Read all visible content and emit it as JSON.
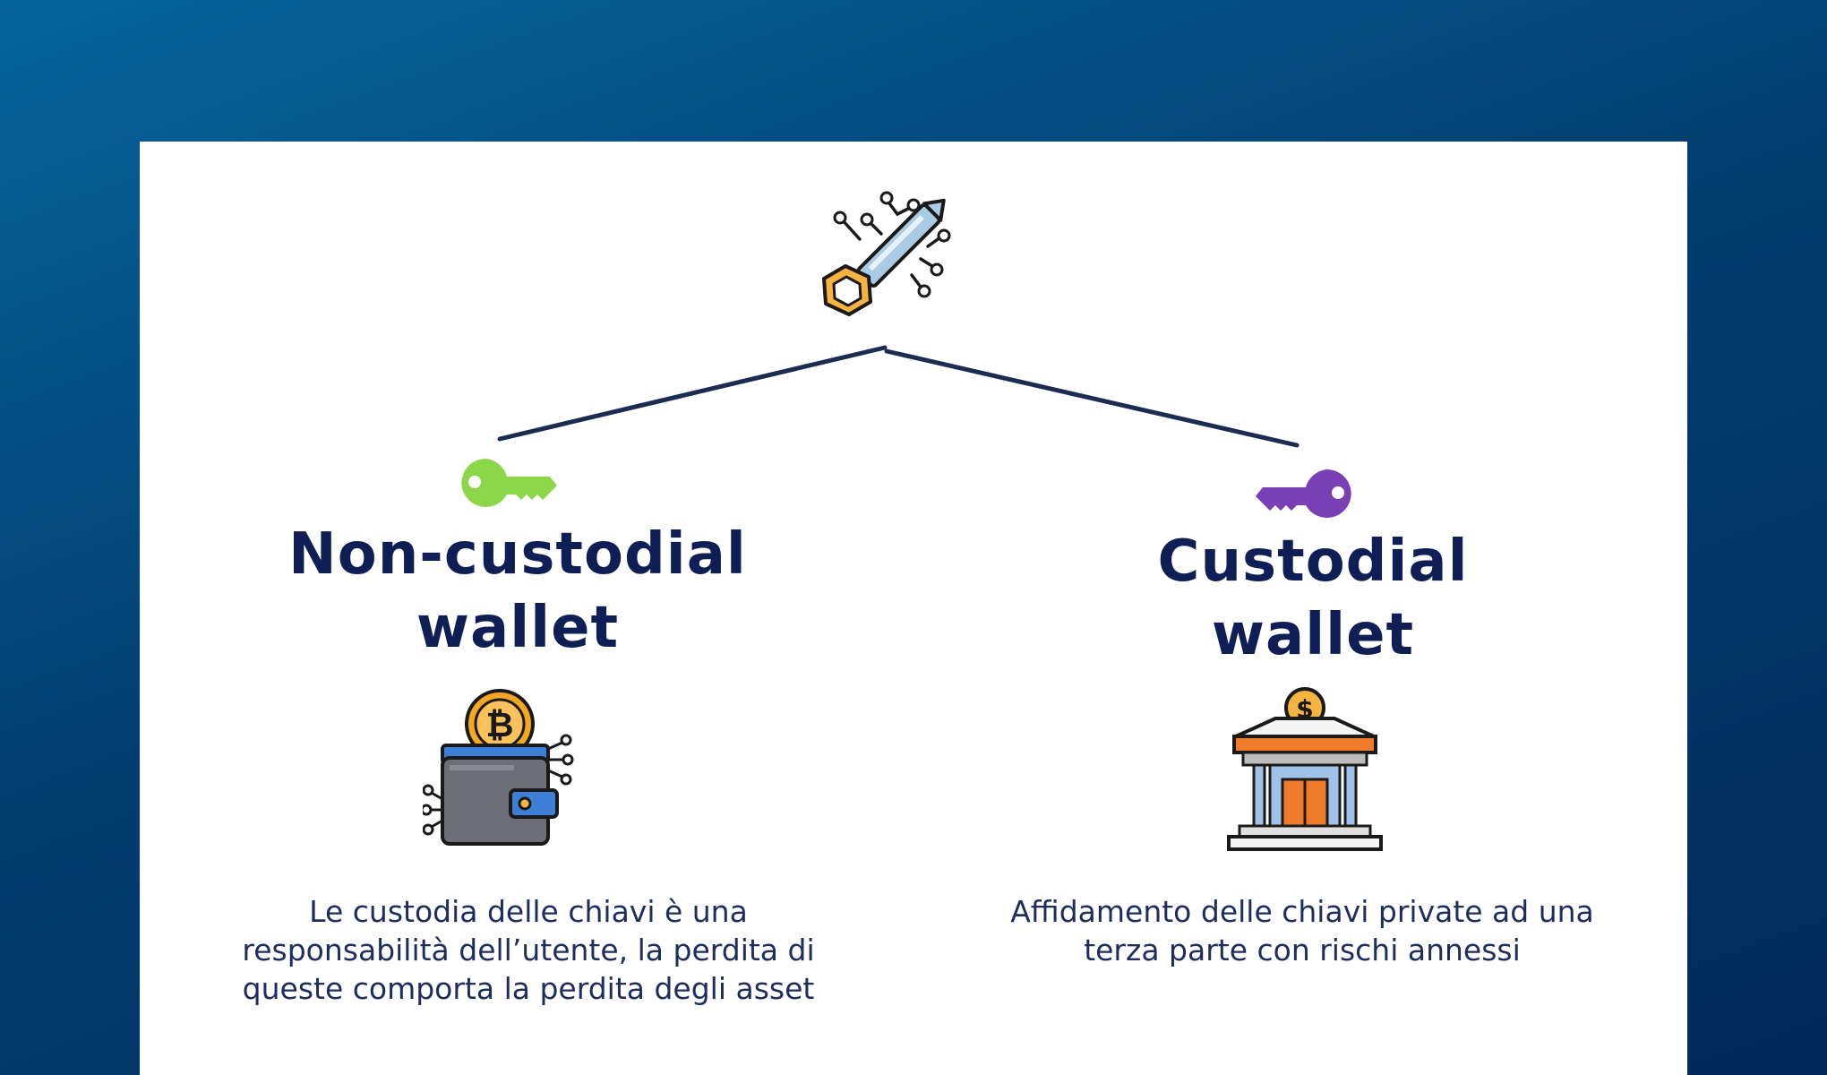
{
  "header_icon": "digital-key-icon",
  "options": [
    {
      "title": [
        "Non-custodial",
        "wallet"
      ],
      "key_icon": "green-key-icon",
      "key_color": "#8cd64a",
      "illustration": "bitcoin-wallet-icon",
      "description": [
        "Le custodia delle chiavi è una",
        "responsabilità dell’utente, la perdita di",
        "queste comporta la perdita degli asset"
      ]
    },
    {
      "title": [
        "Custodial",
        "wallet"
      ],
      "key_icon": "purple-key-icon",
      "key_color": "#7b3fb5",
      "illustration": "bank-building-icon",
      "description": [
        "Affidamento delle chiavi private ad una",
        "terza parte con rischi annessi"
      ]
    }
  ],
  "colors": {
    "background_light": "#06649c",
    "background_dark": "#012a5a",
    "panel": "#ffffff",
    "title_text": "#0f1f56",
    "branch_line": "#1b2b52"
  }
}
